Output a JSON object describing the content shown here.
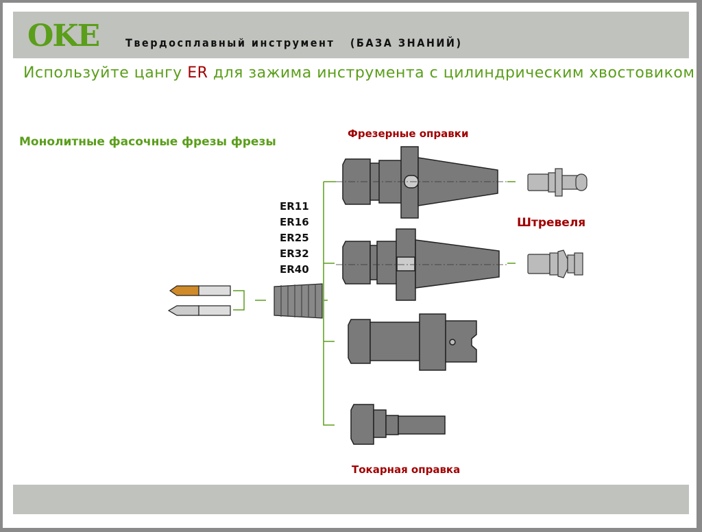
{
  "header": {
    "logo": "OKE",
    "title": "Твердосплавный инструмент   (БАЗА ЗНАНИЙ)"
  },
  "headline": {
    "before": "Используйте цангу ",
    "highlight": "ER",
    "after": " для зажима инструмента с цилиндрическим хвостовиком"
  },
  "labels": {
    "cutters": "Монолитные фасочные фрезы фрезы",
    "milling_holders": "Фрезерные оправки",
    "pull_studs": "Штревеля",
    "turning_holder": "Токарная оправка"
  },
  "collet_sizes": [
    "ER11",
    "ER16",
    "ER25",
    "ER32",
    "ER40"
  ],
  "colors": {
    "green": "#5a9e1a",
    "red": "#a00000",
    "band": "#c0c2bd",
    "metal": "#7a7a7a"
  }
}
